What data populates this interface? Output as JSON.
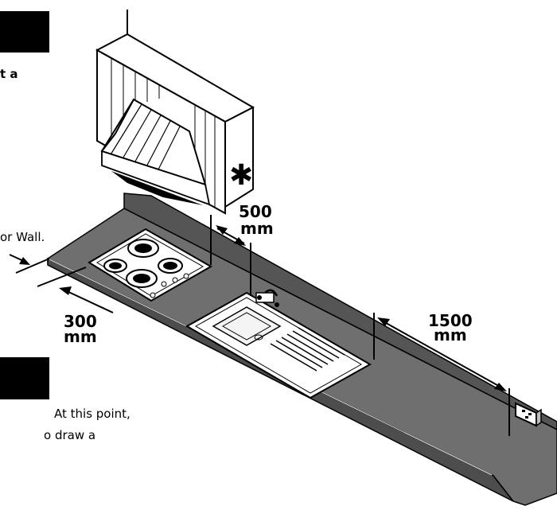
{
  "fragments": {
    "top_left_bold": "t a",
    "wall_note": "or Wall.",
    "bottom_line1": "At this point,",
    "bottom_line2": "o draw a"
  },
  "dimensions": {
    "hob_to_hood": {
      "value": "500",
      "unit": "mm"
    },
    "worktop_front": {
      "value": "300",
      "unit": "mm"
    },
    "sink_to_socket": {
      "value": "1500",
      "unit": "mm"
    }
  },
  "symbols": {
    "hood_marker": "✱"
  },
  "colors": {
    "worktop": "#6f6f6f",
    "worktop_dark": "#4d4d4d",
    "ink": "#000000",
    "paper": "#ffffff",
    "black_box": "#000000"
  }
}
